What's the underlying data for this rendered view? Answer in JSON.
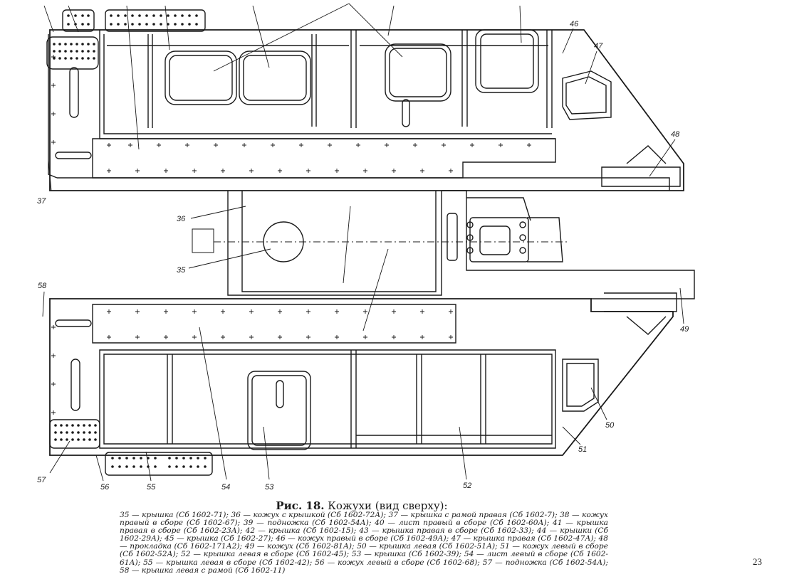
{
  "figure": {
    "caption_label": "Рис. 18.",
    "caption_title": "Кожухи (вид сверху):",
    "legend_text": "35 — крышка (Сб 1602-71); 36 — кожух с крышкой (Сб 1602-72А); 37 — крышка с рамой правая (Сб 1602-7); 38 — кожух правый в сборе (Сб 1602-67); 39 — подножка (Сб 1602-54А); 40 — лист правый в сборе (Сб 1602-60А); 41 — крышка правая в сборе (Сб 1602-23А); 42 — крышка (Сб 1602-15); 43 — крышка правая в сборе (Сб 1602-33); 44 — крышки (Сб 1602-29А); 45 — крышка (Сб 1602-27); 46 — кожух правый в сборе (Сб 1602-49А); 47 — крышка правая (Сб 1602-47А); 48 — прокладка (Сб 1602-171А2); 49 — кожух (Сб 1602-81А); 50 — крышка левая (Сб 1602-51А); 51 — кожух левый в сборе (Сб 1602-52А); 52 — крышка левая в сборе (Сб 1602-45); 53 — крышка (Сб 1602-39); 54 — лист левый в сборе (Сб 1602-61А); 55 — крышка левая в сборе (Сб 1602-42); 56 — кожух левый в сборе (Сб 1602-68); 57 — подножка (Сб 1602-54А); 58 — крышка левая с рамой (Сб 1602-11)",
    "page_number": "23"
  },
  "callouts": [
    "46",
    "47",
    "48",
    "37",
    "36",
    "35",
    "58",
    "49",
    "50",
    "51",
    "57",
    "56",
    "55",
    "54",
    "53",
    "52"
  ]
}
